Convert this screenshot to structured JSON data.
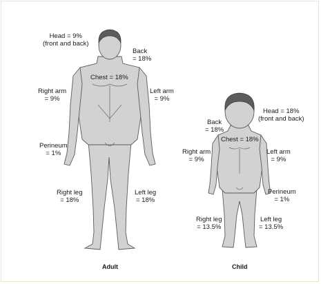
{
  "adult": {
    "head": "Head = 9%\n(front and back)",
    "back": "Back\n= 18%",
    "chest": "Chest = 18%",
    "right_arm": "Right arm\n= 9%",
    "left_arm": "Left arm\n= 9%",
    "perineum": "Perineum\n= 1%",
    "right_leg": "Right leg\n= 18%",
    "left_leg": "Left leg\n= 18%",
    "caption": "Adult"
  },
  "child": {
    "head": "Head = 18%\n(front and back)",
    "back": "Back\n= 18%",
    "chest": "Chest = 18%",
    "right_arm": "Right arm\n= 9%",
    "left_arm": "Left arm\n= 9%",
    "perineum": "Perineum\n= 1%",
    "right_leg": "Right leg\n= 13.5%",
    "left_leg": "Left leg\n= 13.5%",
    "caption": "Child"
  },
  "colors": {
    "frame_border": "#e6e8c8",
    "skin": "#d2d2d2",
    "hair": "#5c5c5c"
  }
}
